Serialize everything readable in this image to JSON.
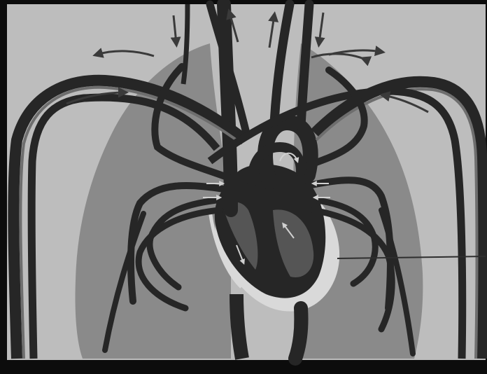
{
  "figure": {
    "colors": {
      "frame": "#0c0c0c",
      "background": "#bdbdbd",
      "lung": "#8a8a8a",
      "vessel": "#262626",
      "vessel_highlight": "#6e6e6e",
      "heart_light": "#d9d9d9",
      "arrow": "#3a3a3a",
      "pointer_line": "#2e2e2e"
    },
    "parts": [
      "left-lung",
      "right-lung",
      "heart",
      "aorta",
      "superior-vena-cava",
      "inferior-vena-cava",
      "pulmonary-arteries",
      "pulmonary-veins",
      "subclavian-vessels",
      "carotid-vessels"
    ],
    "labels": []
  }
}
